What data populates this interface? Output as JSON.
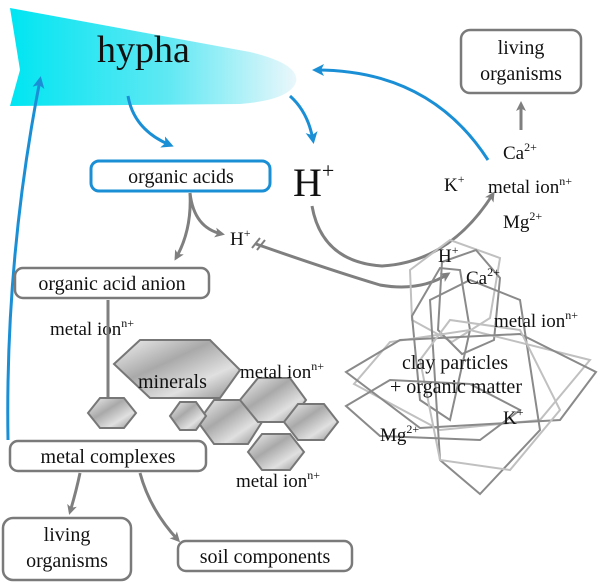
{
  "hypha": "hypha",
  "living_organisms_top": [
    "living",
    "organisms"
  ],
  "organic_acids": "organic acids",
  "h_plus_big": {
    "base": "H",
    "sup": "+"
  },
  "h_plus_small": {
    "base": "H",
    "sup": "+"
  },
  "h_plus_clay": {
    "base": "H",
    "sup": "+"
  },
  "ca_top": {
    "base": "Ca",
    "sup": "2+"
  },
  "k_top": {
    "base": "K",
    "sup": "+"
  },
  "metal_ion_top": {
    "base": "metal ion",
    "sup": "n+"
  },
  "mg_top": {
    "base": "Mg",
    "sup": "2+"
  },
  "organic_acid_anion": "organic acid anion",
  "metal_ion_left": {
    "base": "metal ion",
    "sup": "n+"
  },
  "minerals": "minerals",
  "metal_ion_mid": {
    "base": "metal ion",
    "sup": "n+"
  },
  "metal_ion_low": {
    "base": "metal ion",
    "sup": "n+"
  },
  "metal_complexes": "metal complexes",
  "living_organisms_bottom": [
    "living",
    "organisms"
  ],
  "soil_components": "soil components",
  "clay_particles": [
    "clay particles",
    "+ organic matter"
  ],
  "ca_clay": {
    "base": "Ca",
    "sup": "2+"
  },
  "metal_ion_clay": {
    "base": "metal ion",
    "sup": "n+"
  },
  "mg_clay": {
    "base": "Mg",
    "sup": "2+"
  },
  "k_clay": {
    "base": "K",
    "sup": "+"
  }
}
